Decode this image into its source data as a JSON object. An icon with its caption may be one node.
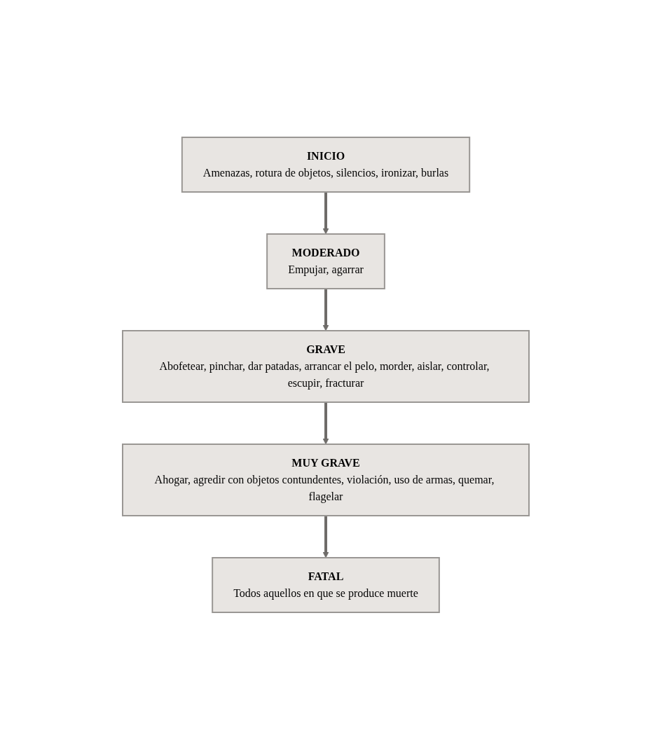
{
  "diagram": {
    "nodes": [
      {
        "text": [
          "INICIO",
          "Amenazas, rotura de objetos, silencios, ironizar, burlas"
        ]
      },
      {
        "text": [
          "MODERADO",
          "Empujar, agarrar"
        ]
      },
      {
        "text": [
          "GRAVE",
          "Abofetear, pinchar, dar patadas, arrancar el pelo, morder, aislar, controlar, escupir, fracturar"
        ]
      },
      {
        "text": [
          "MUY GRAVE",
          "Ahogar, agredir con objetos contundentes, violación, uso de armas, quemar, flagelar"
        ]
      },
      {
        "text": [
          "FATAL",
          "Todos aquellos en que se produce muerte"
        ]
      }
    ],
    "edges": [
      {
        "from": 0,
        "to": 1,
        "arrow": "to"
      },
      {
        "from": 1,
        "to": 2,
        "arrow": "to"
      },
      {
        "from": 2,
        "to": 3,
        "arrow": "to"
      },
      {
        "from": 3,
        "to": 4,
        "arrow": "to"
      }
    ]
  }
}
